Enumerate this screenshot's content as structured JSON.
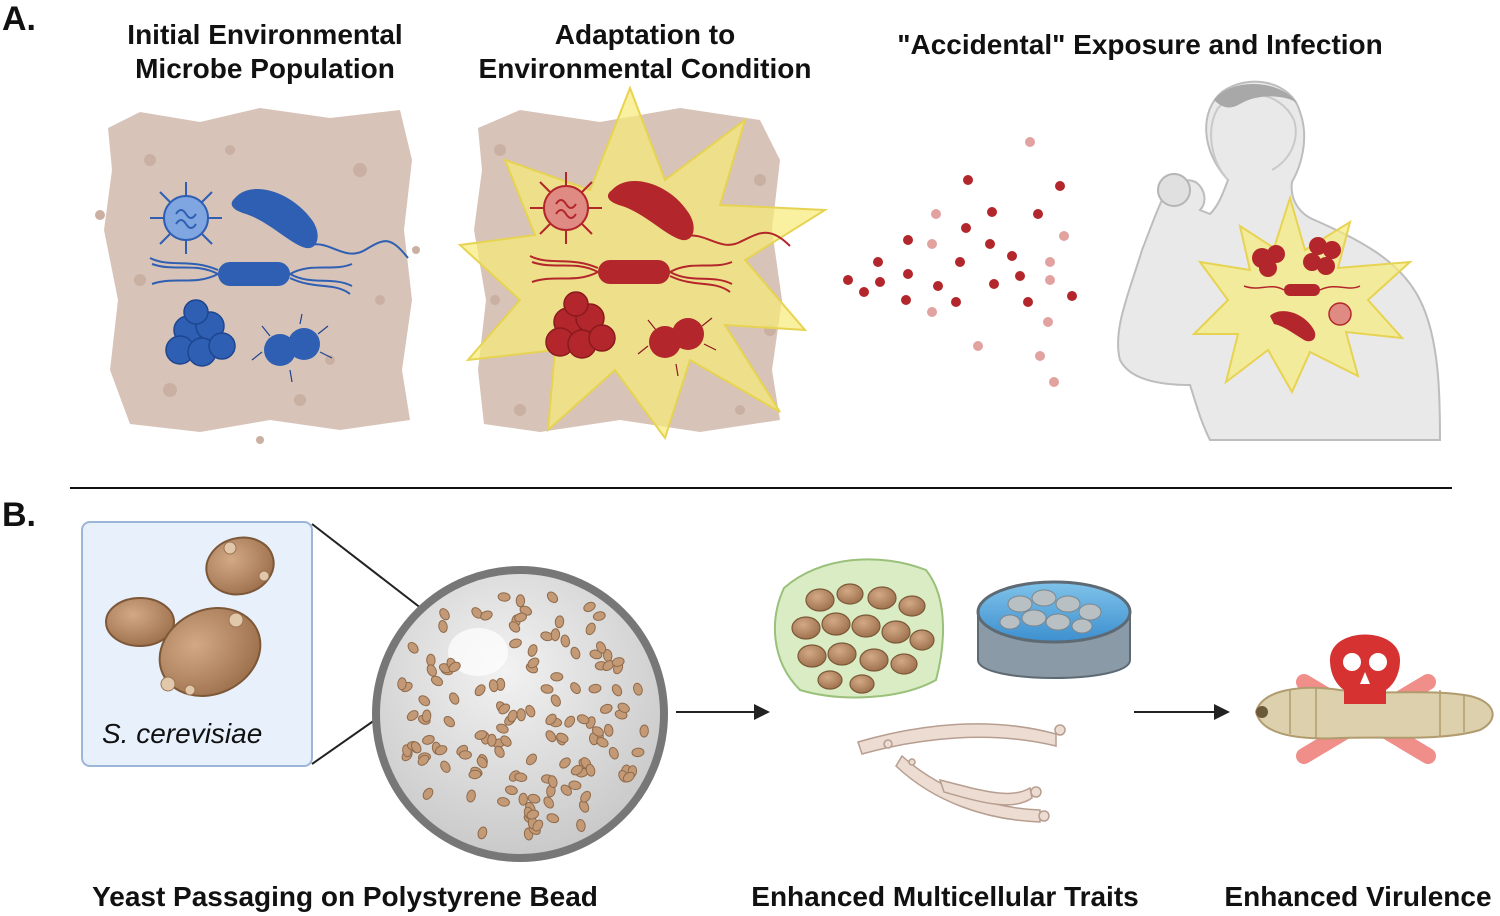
{
  "panel_a": {
    "letter": "A.",
    "step1": [
      "Initial Environmental",
      "Microbe Population"
    ],
    "step2": [
      "Adaptation to",
      "Environmental Condition"
    ],
    "step3": "\"Accidental\" Exposure and Infection"
  },
  "panel_b": {
    "letter": "B.",
    "species": "S. cerevisiae",
    "step1": "Yeast Passaging on Polystyrene Bead",
    "step2": "Enhanced Multicellular Traits",
    "step3": "Enhanced Virulence"
  },
  "colors": {
    "soil": "#d8c3b8",
    "blue_microbe": "#2e5fb3",
    "red_microbe": "#b3262b",
    "burst": "#f6eb7a",
    "yeast": "#b88a63",
    "skull": "#d63232",
    "crossbones": "#f08e8a"
  }
}
